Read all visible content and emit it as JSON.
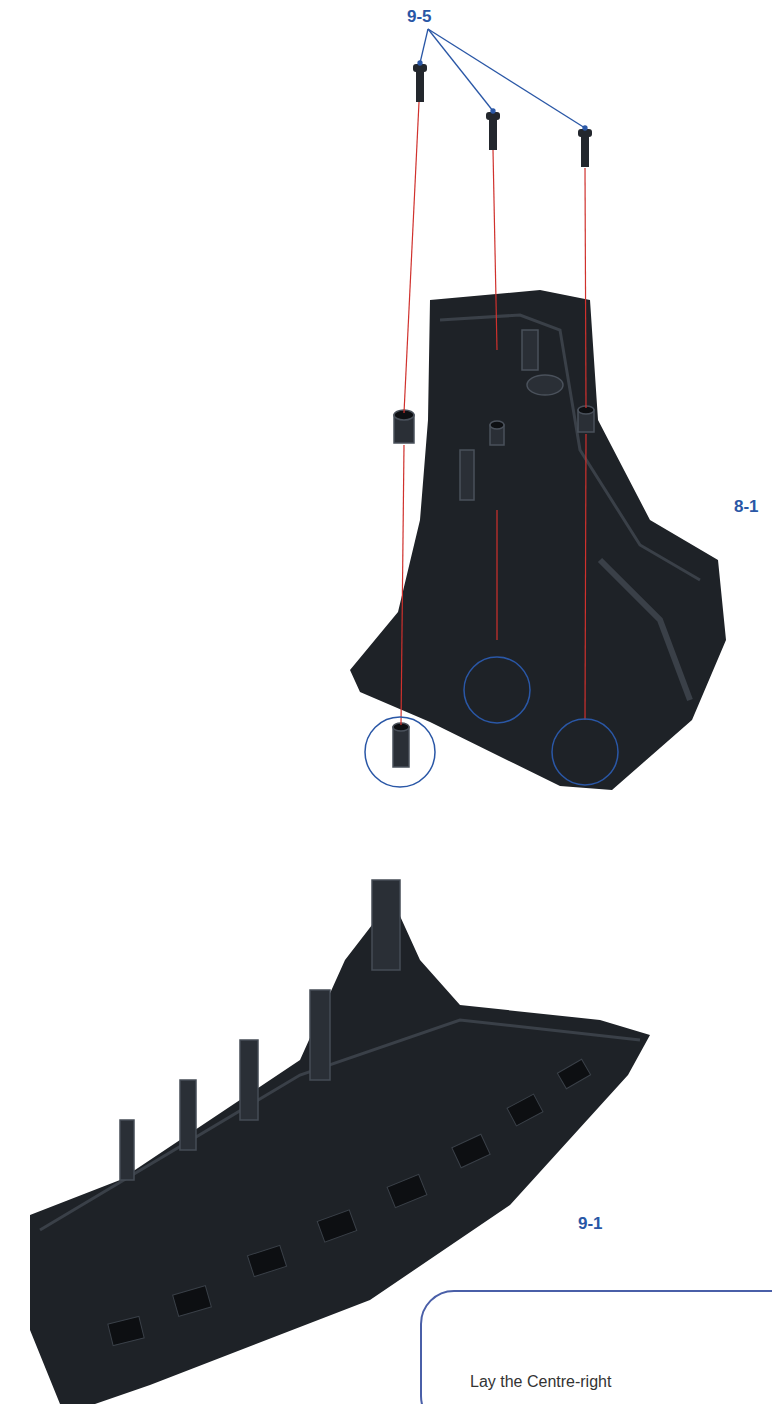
{
  "diagram": {
    "nodes": [
      {
        "text": [
          "Lay the Centre-right"
        ]
      }
    ],
    "labels": [
      "9-5",
      "8-1",
      "9-1"
    ]
  }
}
